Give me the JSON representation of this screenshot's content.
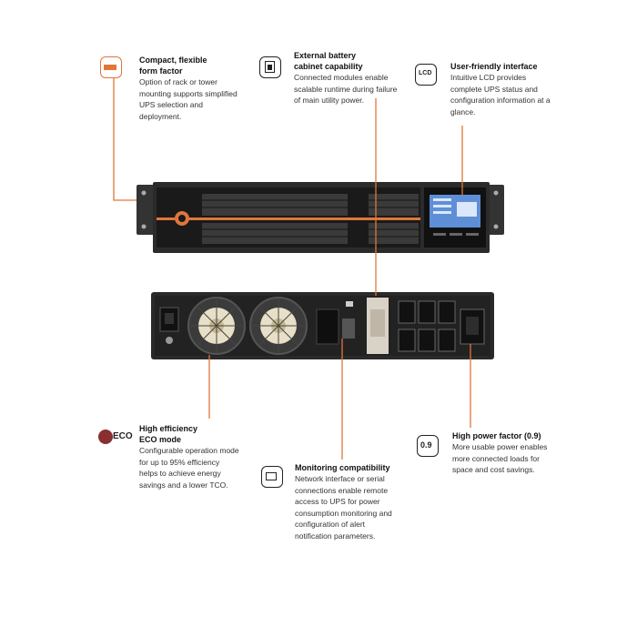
{
  "features": [
    {
      "id": "compact",
      "title": "Compact, flexible\nform factor",
      "body": "Option of rack or tower mounting supports simplified UPS selection and deployment."
    },
    {
      "id": "battery",
      "title": "External battery\ncabinet capability",
      "body": "Connected modules enable scalable runtime during failure of main utility power."
    },
    {
      "id": "lcd",
      "title": "User-friendly interface",
      "body": "Intuitive LCD provides complete UPS status and configuration information at a glance."
    },
    {
      "id": "eco",
      "title": "High efficiency\nECO mode",
      "body": "Configurable operation mode for up to 95% efficiency helps to achieve energy savings and a lower TCO."
    },
    {
      "id": "monitoring",
      "title": "Monitoring compatibility",
      "body": "Network interface or serial connections enable remote access to UPS for power consumption monitoring and configuration of alert notification parameters."
    },
    {
      "id": "pf",
      "title": "High power factor (0.9)",
      "body": "More usable power enables more connected loads for space and cost savings."
    }
  ],
  "icons": {
    "compact": "rack-form-factor-icon",
    "battery": "battery-cabinet-icon",
    "lcd": "lcd-display-icon",
    "lcd_text": "LCD",
    "eco": "eco-mode-icon",
    "eco_text": "ECO",
    "monitoring": "network-monitoring-icon",
    "pf": "power-factor-icon",
    "pf_text": "0.9"
  },
  "colors": {
    "accent": "#e0763a",
    "unit_body": "#2a2a2a",
    "unit_face": "#1c1c1c",
    "screen": "#5e8fd6"
  }
}
